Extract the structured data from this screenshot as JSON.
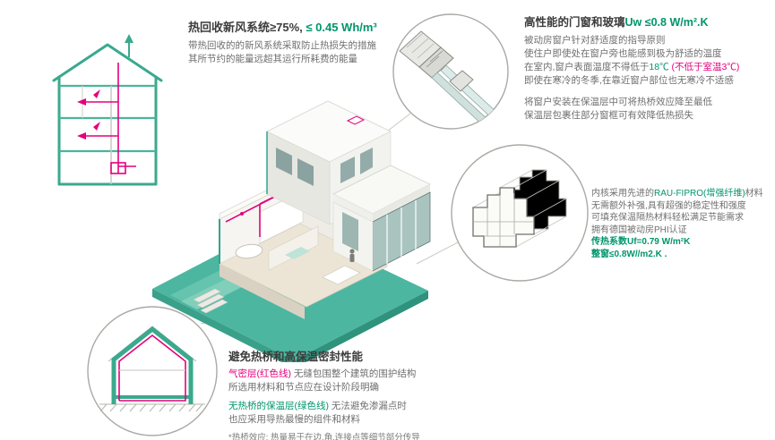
{
  "colors": {
    "green": "#00956b",
    "magenta": "#e5007d",
    "teal": "#3aa98e",
    "dark": "#3c3c3c",
    "gray": "#6f6f6f"
  },
  "hrv": {
    "title_dark": "热回收新风系统≥75%, ",
    "title_value": "≤ 0.45 Wh/m³",
    "line1": "带热回收的的新风系统采取防止热损失的措施",
    "line2": "其所节约的能量远超其运行所耗费的能量"
  },
  "windows": {
    "title_dark": "高性能的门窗和玻璃",
    "title_value": "Uw ≤0.8 W/m².K",
    "line1": "被动房窗户针对舒适度的指导原则",
    "line2": "使住户即使处在窗户旁也能感到极为舒适的温度",
    "line3_pre": "在室内,窗户表面温度不得低于",
    "line3_temp": "18℃",
    "line3_note": " (不低于室温3℃)",
    "line4": "即使在寒冷的冬季,在靠近窗户部位也无寒冷不适感",
    "line5": "将窗户安装在保温层中可将热桥效应降至最低",
    "line6": "保温层包裹住部分窗框可有效降低热损失"
  },
  "profile": {
    "line1_pre": "内核采用先进的",
    "line1_brand": "RAU-FIPRO(增强纤维)",
    "line1_post": "材料",
    "line2": "无需额外补强,具有超强的稳定性和强度",
    "line3": "可填充保温隔热材料轻松满足节能需求",
    "line4": "拥有德国被动房PHI认证",
    "line5": "传热系数Uf=0.79 W/m²K",
    "line6": "整窗≤0.8W//m2.K ."
  },
  "thermal": {
    "title": "避免热桥和高保温密封性能",
    "line1_label": "气密层(红色线)",
    "line1_text": " 无缝包围整个建筑的围护结构",
    "line2": "所选用材料和节点应在设计阶段明确",
    "line3_label": "无热桥的保温层(绿色线)",
    "line3_text": " 无法避免渗漏点时",
    "line4": "也应采用导热最慢的组件和材料",
    "note": "*热桥效应: 热量易于在边,角,连接点等细节部分传导"
  }
}
